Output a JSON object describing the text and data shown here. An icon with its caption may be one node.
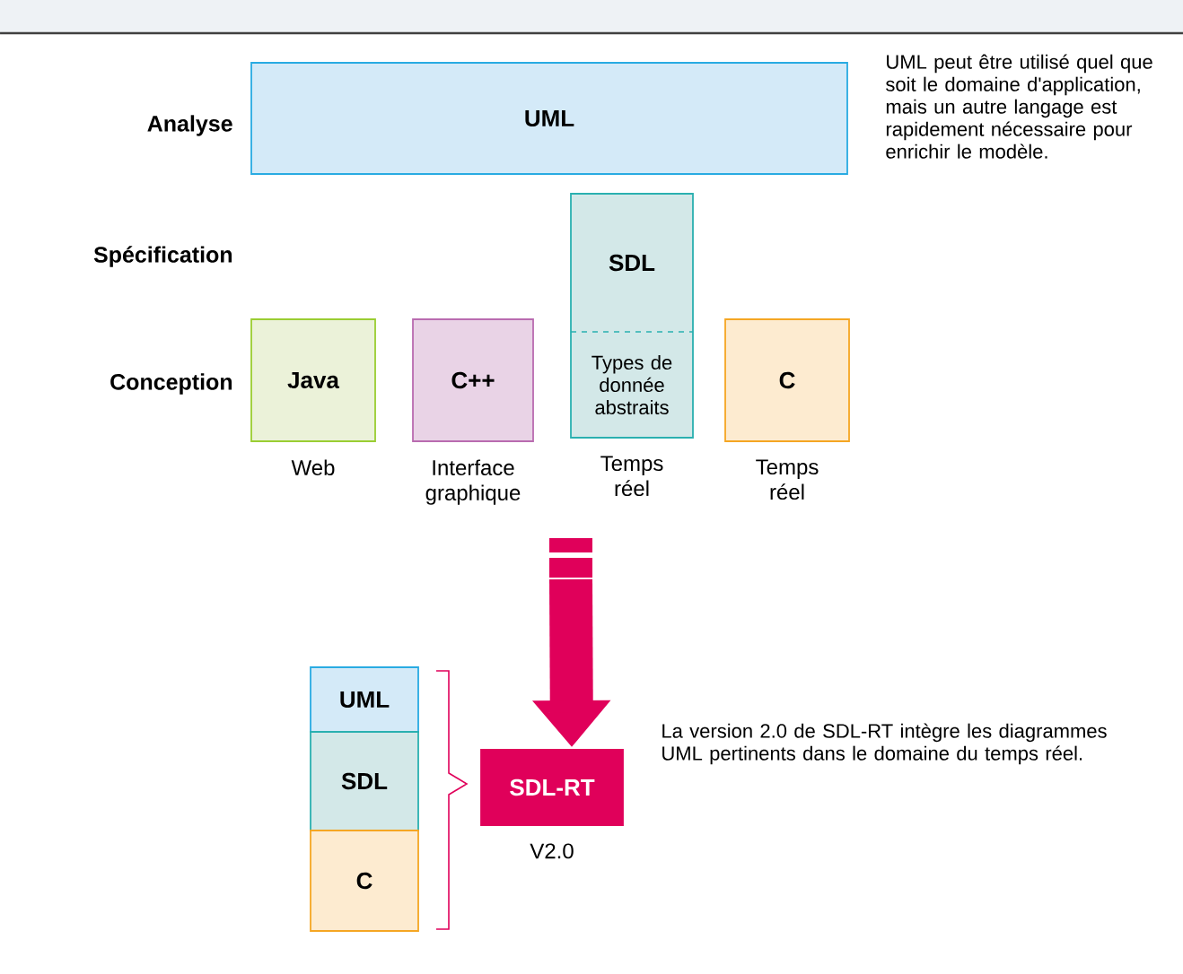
{
  "diagram": {
    "nodes": [
      {
        "text": [
          "UML"
        ]
      },
      {
        "text": [
          "SDL",
          "Types de donnée abstraits"
        ],
        "beside": [
          "Temps réel"
        ]
      },
      {
        "text": [
          "Java"
        ],
        "beside": [
          "Web"
        ]
      },
      {
        "text": [
          "C++"
        ],
        "beside": [
          "Interface graphique"
        ]
      },
      {
        "text": [
          "C"
        ],
        "beside": [
          "Temps réel"
        ]
      },
      {
        "text": [
          "UML"
        ]
      },
      {
        "text": [
          "SDL"
        ]
      },
      {
        "text": [
          "C"
        ]
      },
      {
        "text": [
          "SDL-RT"
        ],
        "beside": [
          "V2.0"
        ]
      }
    ],
    "edges": [
      {
        "from": null,
        "to": 8,
        "arrow": "to",
        "color": "#e0005a"
      }
    ],
    "labels": [
      "Analyse",
      "Spécification",
      "Conception",
      "UML peut être utilisé quel que soit le domaine d'application, mais un autre langage est rapidement nécessaire pour enrichir le modèle.",
      "La version 2.0 de SDL-RT intègre les diagrammes UML pertinents dans le domaine du temps réel."
    ]
  }
}
